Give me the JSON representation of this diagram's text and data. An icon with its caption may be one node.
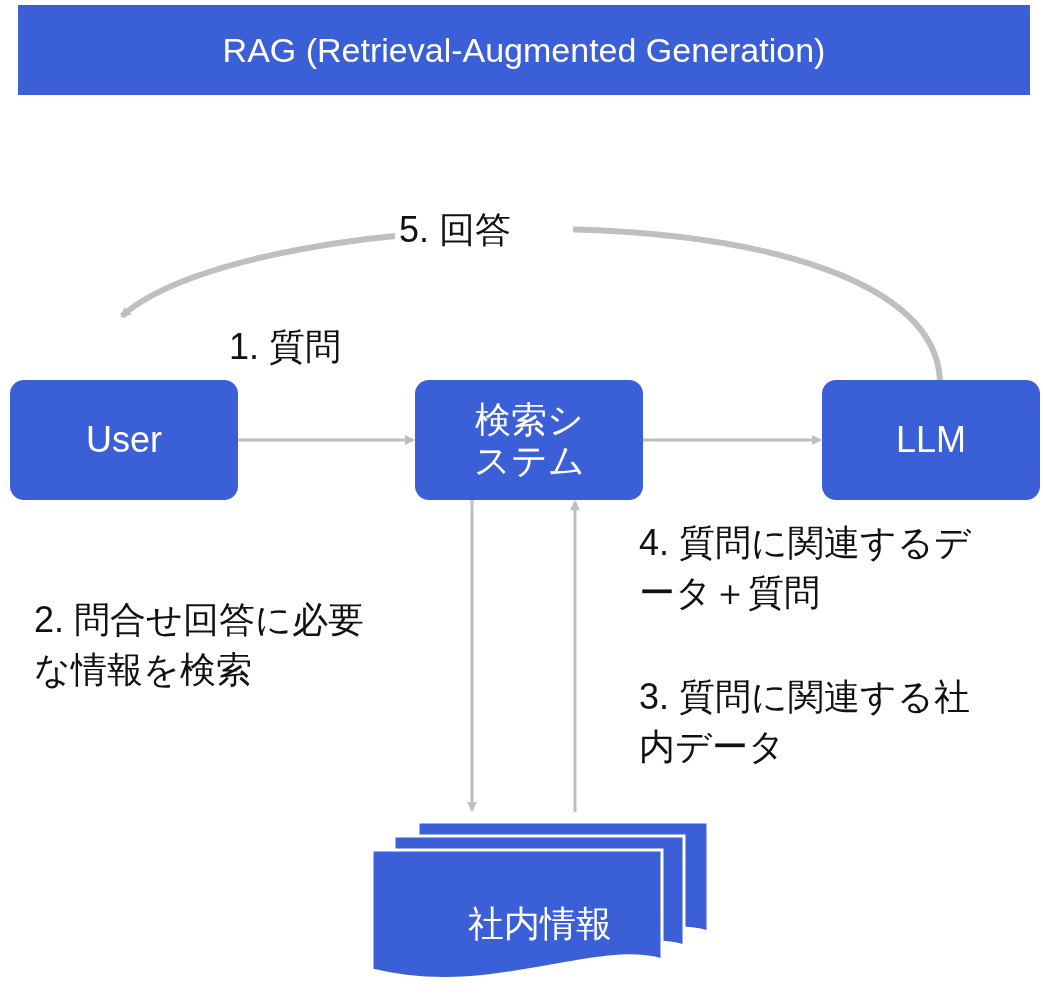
{
  "diagram": {
    "title": "RAG (Retrieval-Augmented Generation)",
    "nodes": [
      {
        "text": [
          "User"
        ]
      },
      {
        "text": [
          "検索システム"
        ]
      },
      {
        "text": [
          "LLM"
        ]
      },
      {
        "text": [
          "社内情報"
        ]
      }
    ],
    "edges": [
      {
        "from": 0,
        "to": 1,
        "arrow": "to",
        "label": "1. 質問"
      },
      {
        "from": 1,
        "to": 3,
        "arrow": "to",
        "label": "2. 問合せ回答に必要な情報を検索"
      },
      {
        "from": 3,
        "to": 1,
        "arrow": "to",
        "label": "3. 質問に関連する社内データ"
      },
      {
        "from": 1,
        "to": 2,
        "arrow": "to",
        "label": "4. 質問に関連するデータ＋質問"
      },
      {
        "from": 2,
        "to": 0,
        "arrow": "to",
        "label": "5. 回答",
        "style": "thick"
      }
    ]
  }
}
